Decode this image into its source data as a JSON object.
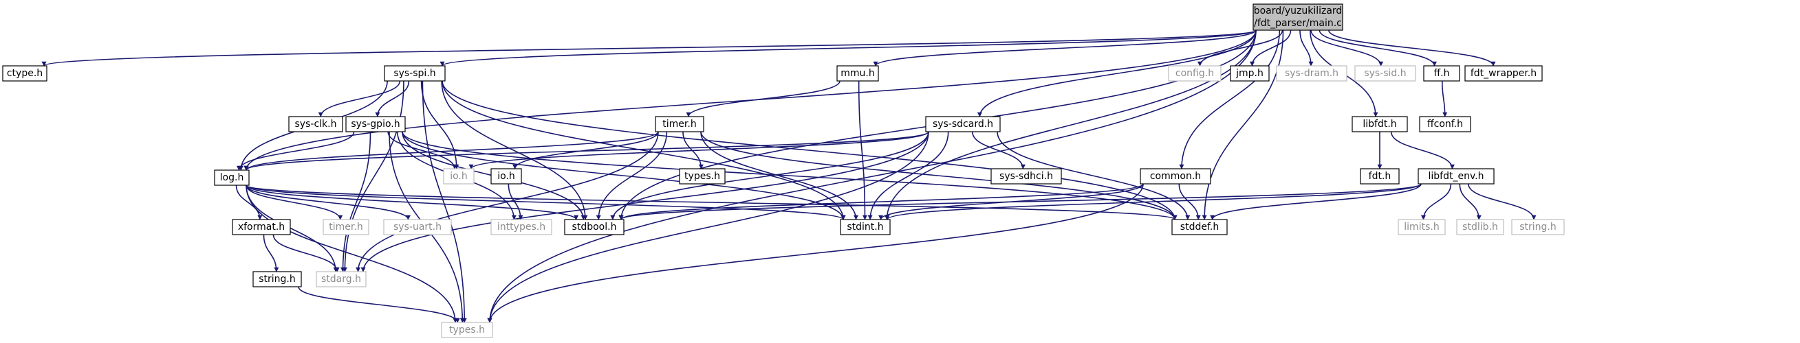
{
  "graph": {
    "colors": {
      "edge": "#191970",
      "header_border": "#000000",
      "external_border": "#bfbfbf",
      "external_text": "#8c8c8c",
      "root_fill": "#bfbfbf",
      "background": "#ffffff"
    },
    "root": {
      "label_line1": "board/yuzukilizard",
      "label_line2": "/fdt_parser/main.c"
    },
    "nodes": {
      "ctype": "ctype.h",
      "sys_spi": "sys-spi.h",
      "mmu": "mmu.h",
      "sys_sdcard": "sys-sdcard.h",
      "config": "config.h",
      "jmp": "jmp.h",
      "sys_dram": "sys-dram.h",
      "sys_sid": "sys-sid.h",
      "ff": "ff.h",
      "fdt_wrapper": "fdt_wrapper.h",
      "ffconf": "ffconf.h",
      "libfdt": "libfdt.h",
      "fdt": "fdt.h",
      "libfdt_env": "libfdt_env.h",
      "sys_clk": "sys-clk.h",
      "sys_gpio": "sys-gpio.h",
      "timer": "timer.h",
      "log": "log.h",
      "io1": "io.h",
      "io2": "io.h",
      "types_mid": "types.h",
      "sys_sdhci": "sys-sdhci.h",
      "common": "common.h",
      "xformat": "xformat.h",
      "timer_ext": "timer.h",
      "sys_uart": "sys-uart.h",
      "inttypes": "inttypes.h",
      "stdbool": "stdbool.h",
      "stdint": "stdint.h",
      "stddef": "stddef.h",
      "limits": "limits.h",
      "stdlib": "stdlib.h",
      "string_ext": "string.h",
      "string_hdr": "string.h",
      "stdarg": "stdarg.h",
      "types": "types.h"
    }
  }
}
